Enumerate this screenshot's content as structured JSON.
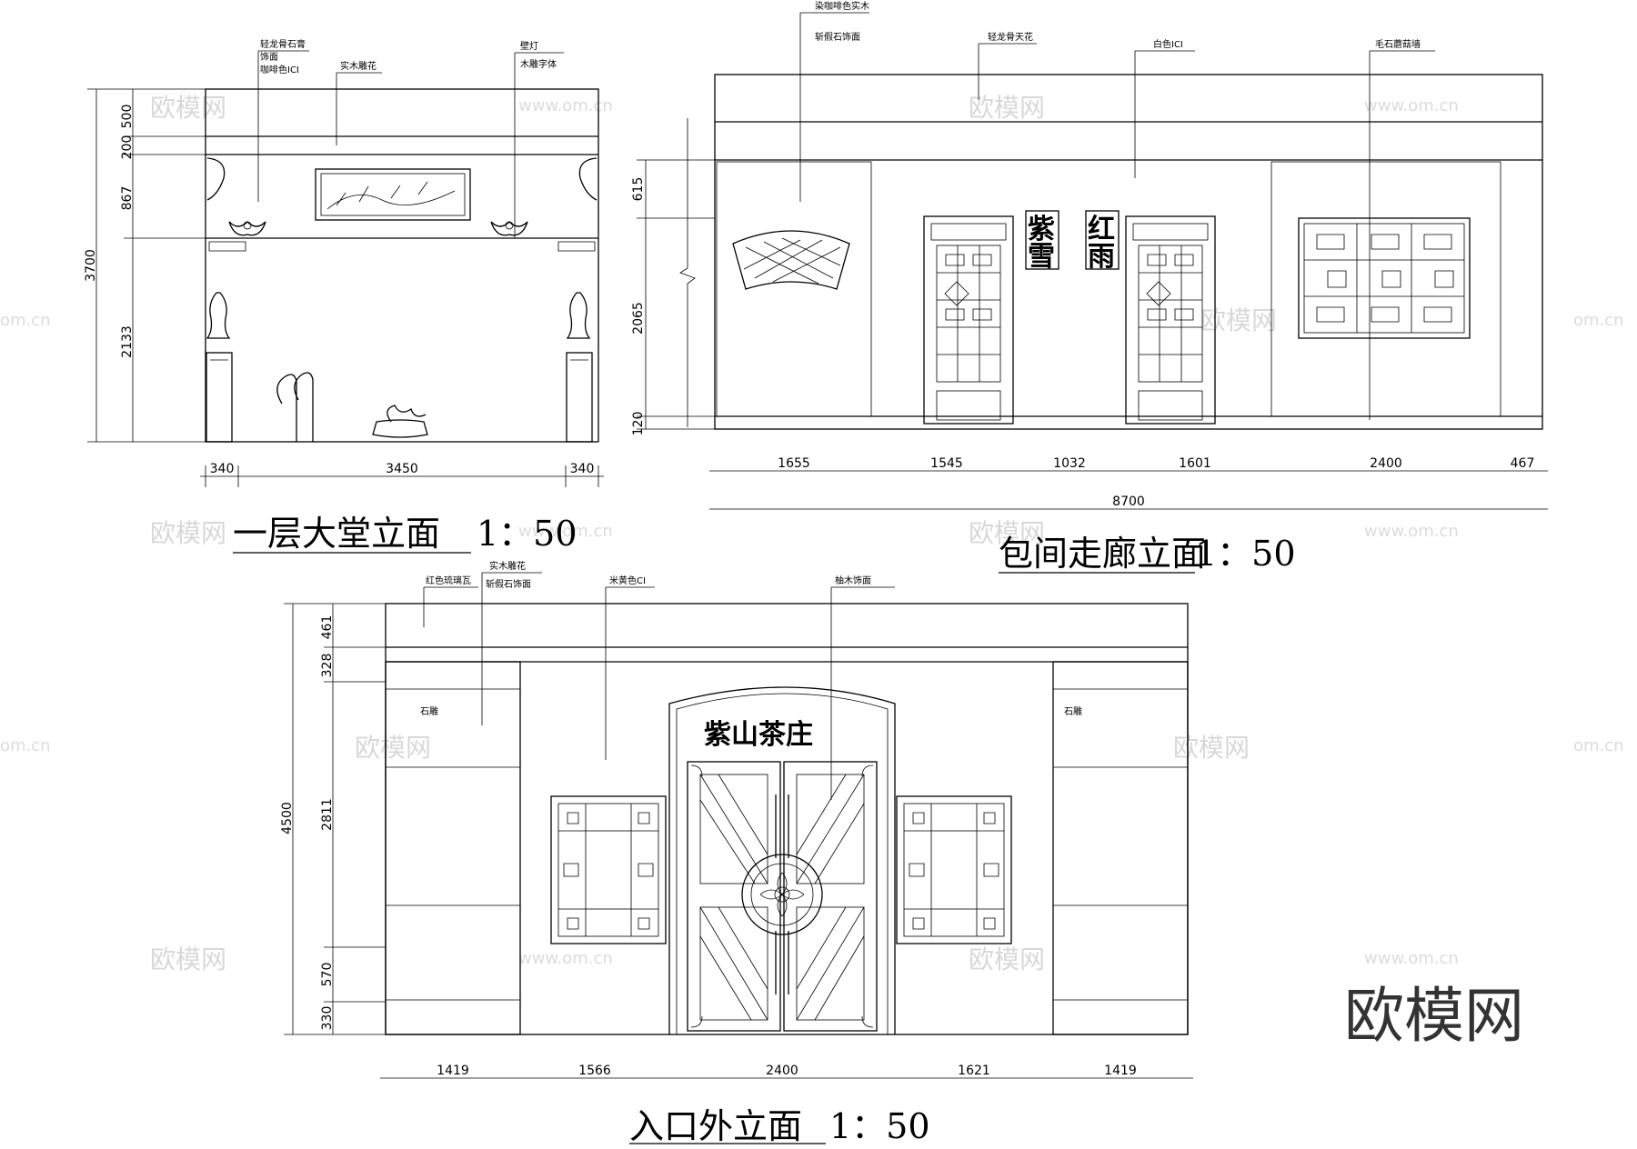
{
  "watermark": {
    "brand": "欧模网",
    "site": "www.om.cn",
    "site_short": "om.cn"
  },
  "lobby": {
    "title": "一层大堂立面",
    "scale": "1：50",
    "notes": {
      "ceiling_gypsum": "轻龙骨石膏",
      "finish": "饰面",
      "coffee_ici": "咖啡色ICI",
      "wood_carving": "实木雕花",
      "wall_lamp": "壁灯",
      "wood_letters": "木雕字体"
    },
    "dims_vertical": {
      "top": "500",
      "band": "200",
      "middle": "867",
      "lower": "2133",
      "total": "3700"
    },
    "dims_horizontal": {
      "left": "340",
      "center": "3450",
      "right": "340"
    }
  },
  "corridor": {
    "title": "包间走廊立面",
    "scale": "1：50",
    "notes": {
      "wood_coffee": "染咖啡色实木",
      "stone_finish": "斩假石饰面",
      "ceiling": "轻龙骨天花",
      "white_ici": "白色ICI",
      "rough_stone": "毛石蘑菇墙"
    },
    "signs": {
      "room1": [
        "紫",
        "雪"
      ],
      "room2": [
        "红",
        "雨"
      ]
    },
    "dims_vertical": {
      "top": "615",
      "middle": "2065",
      "base": "120"
    },
    "dims_horizontal": [
      "1655",
      "1545",
      "1032",
      "1601",
      "2400",
      "467"
    ],
    "total": "8700"
  },
  "entrance": {
    "title": "入口外立面",
    "scale": "1：50",
    "sign": "紫山茶庄",
    "notes": {
      "red_tile": "红色琉璃瓦",
      "wood_carving": "实木雕花",
      "stone_finish": "斩假石饰面",
      "beige_ci": "米黄色CI",
      "teak_finish": "柚木饰面",
      "stone_carving_left": "石雕",
      "stone_carving_right": "石雕"
    },
    "dims_vertical": {
      "roof": "461",
      "band": "328",
      "wall": "2811",
      "lower": "570",
      "base": "330",
      "total": "4500"
    },
    "dims_horizontal": [
      "1419",
      "1566",
      "2400",
      "1621",
      "1419"
    ]
  }
}
